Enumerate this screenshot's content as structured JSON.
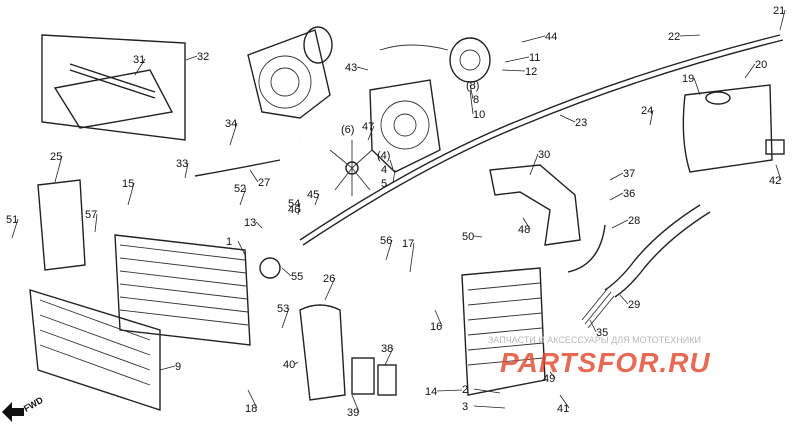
{
  "diagram": {
    "callouts": [
      "1",
      "2",
      "3",
      "4",
      "5",
      "6",
      "8",
      "9",
      "10",
      "11",
      "12",
      "13",
      "14",
      "15",
      "16",
      "17",
      "18",
      "19",
      "20",
      "21",
      "22",
      "23",
      "24",
      "25",
      "26",
      "27",
      "28",
      "29",
      "30",
      "31",
      "32",
      "33",
      "34",
      "35",
      "36",
      "37",
      "38",
      "39",
      "40",
      "41",
      "42",
      "43",
      "44",
      "45",
      "46",
      "47",
      "48",
      "49",
      "50",
      "51",
      "52",
      "53",
      "54",
      "55",
      "56",
      "57"
    ],
    "grouped_callouts": [
      "(6)",
      "(4)",
      "(8)"
    ],
    "direction_label": "FWD"
  },
  "watermark": {
    "brand": "PARTSFOR.RU",
    "tagline": "ЗАПЧАСТИ И АКСЕССУАРЫ ДЛЯ МОТОТЕХНИКИ",
    "brand_color": "#e0462a"
  }
}
